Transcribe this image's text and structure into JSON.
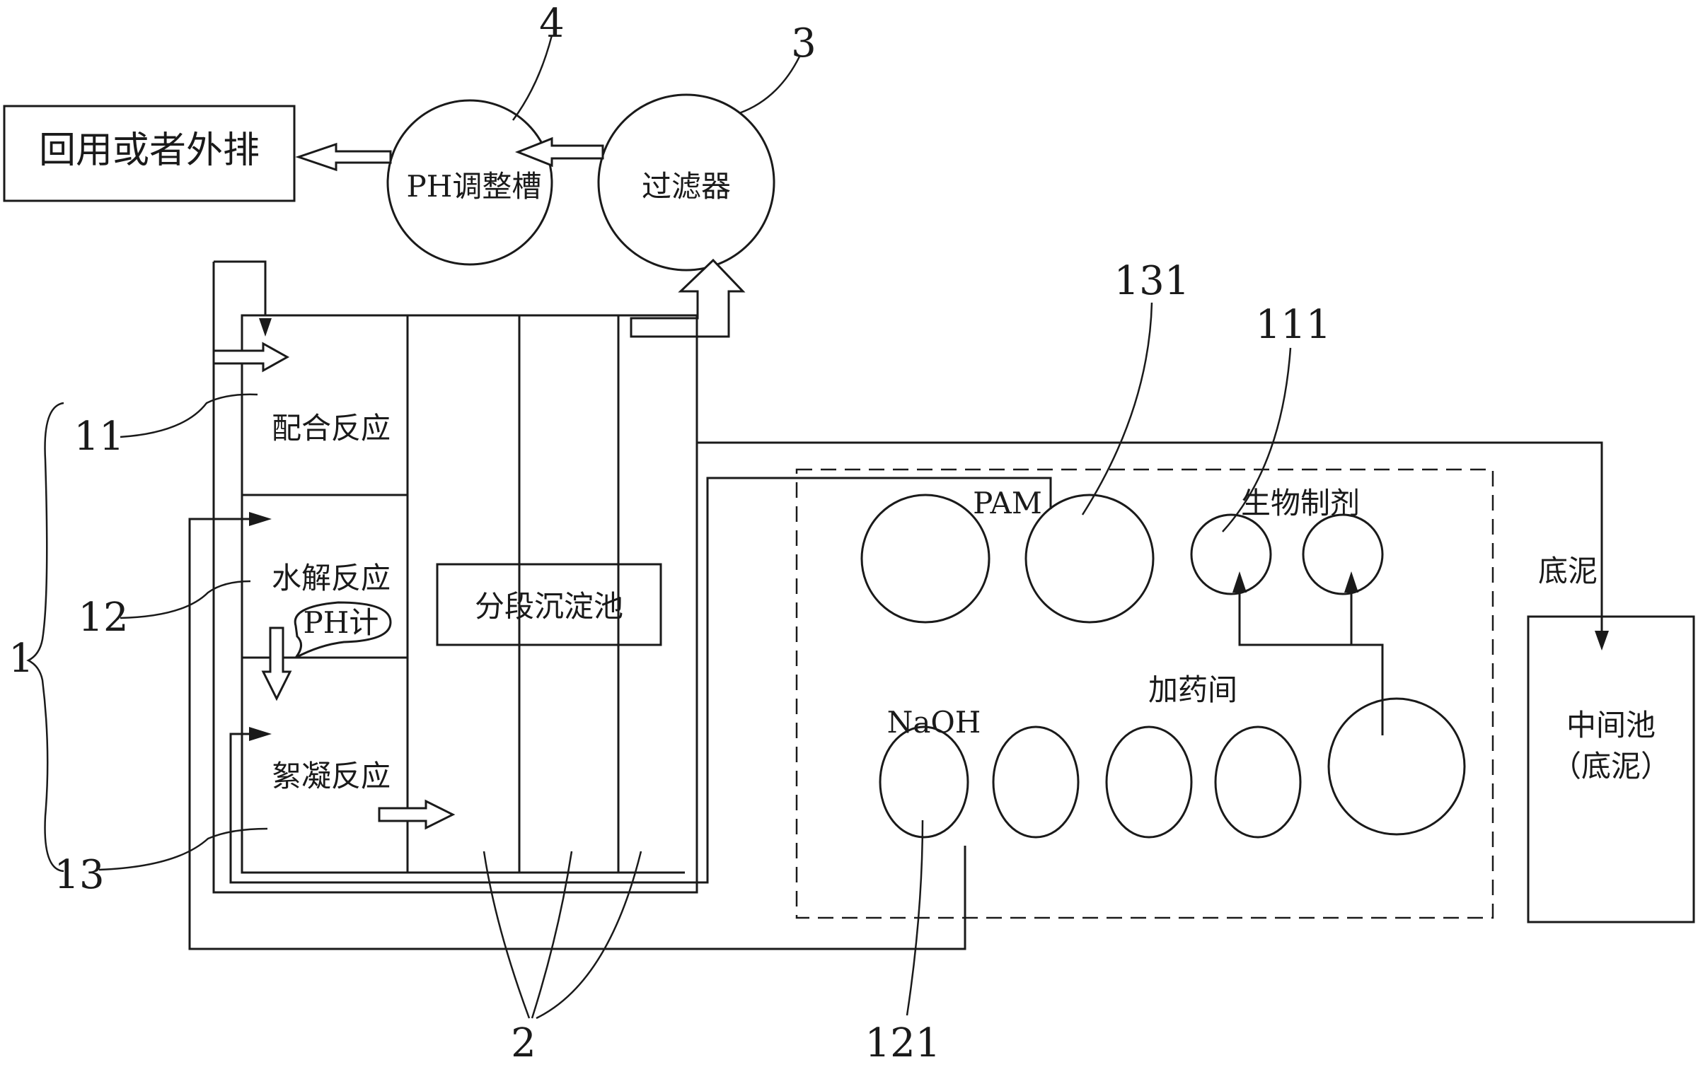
{
  "labels": {
    "output": "回用或者外排",
    "ph_tank": "PH调整槽",
    "filter": "过滤器",
    "complex_reaction": "配合反应",
    "hydrolysis_reaction": "水解反应",
    "ph_meter": "PH计",
    "flocculation_reaction": "絮凝反应",
    "sedimentation_tank": "分段沉淀池",
    "pam": "PAM",
    "bio_agent": "生物制剂",
    "dosing_room": "加药间",
    "naoh": "NaOH",
    "sludge": "底泥",
    "intermediate_tank_line1": "中间池",
    "intermediate_tank_line2": "（底泥）"
  },
  "refs": {
    "n4": "4",
    "n3": "3",
    "n131": "131",
    "n111": "111",
    "n11": "11",
    "n12": "12",
    "n1": "1",
    "n13": "13",
    "n2": "2",
    "n121": "121"
  }
}
